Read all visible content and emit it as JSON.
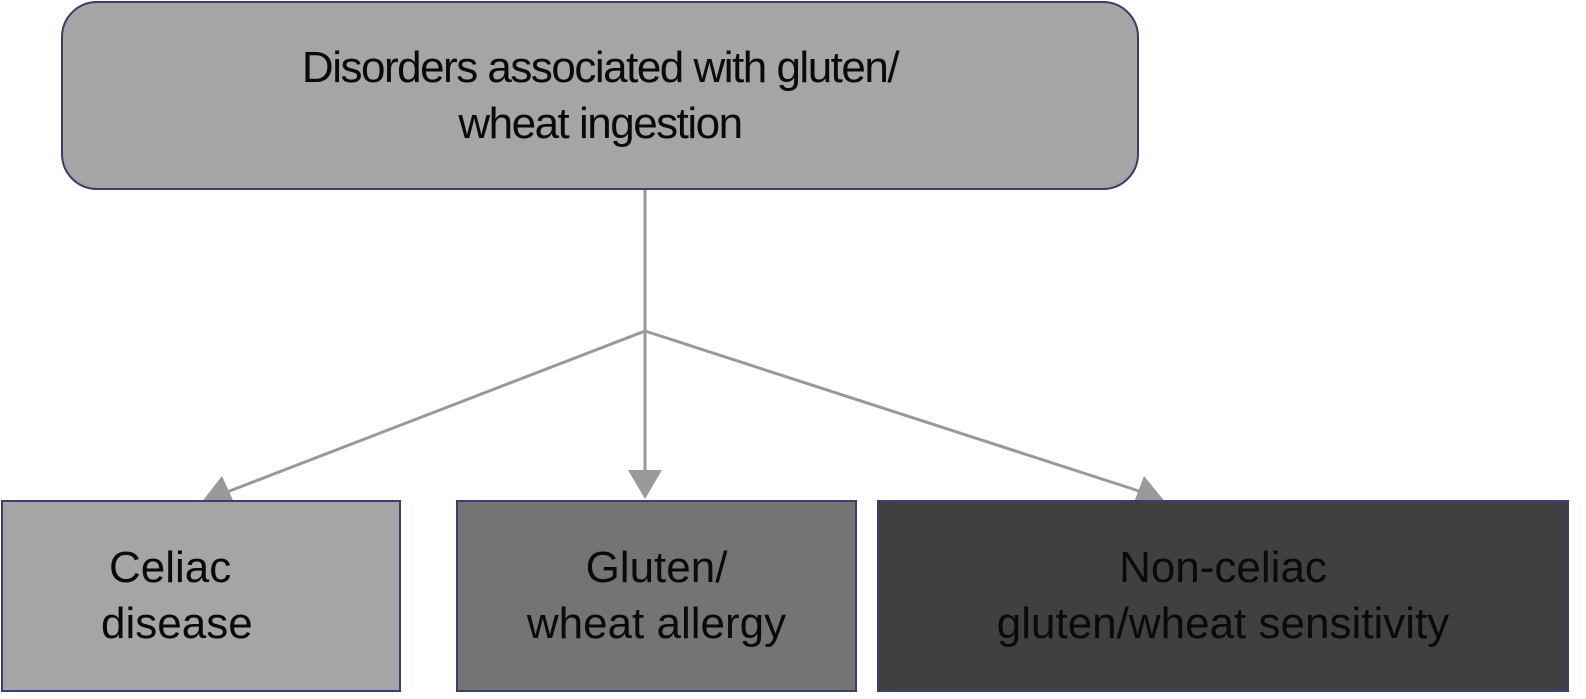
{
  "diagram": {
    "root": {
      "line1": "Disorders associated with gluten/",
      "line2": "wheat ingestion"
    },
    "children": [
      {
        "line1": "Celiac",
        "line2": "disease",
        "fill": "#a5a5a5"
      },
      {
        "line1": "Gluten/",
        "line2": "wheat allergy",
        "fill": "#747474"
      },
      {
        "line1": "Non-celiac",
        "line2": "gluten/wheat sensitivity",
        "fill": "#404040"
      }
    ],
    "colors": {
      "root_fill": "#a5a5a5",
      "border": "#3a3f6e",
      "connector": "#999999",
      "text": "#0a0a0a"
    }
  }
}
